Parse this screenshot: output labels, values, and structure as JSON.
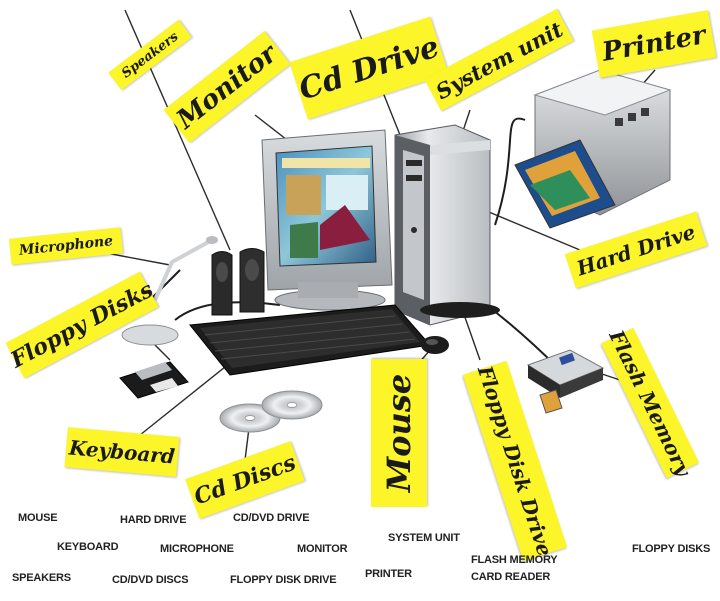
{
  "labels": {
    "speakers": "Speakers",
    "monitor": "Monitor",
    "cd_drive": "Cd Drive",
    "system_unit": "System unit",
    "printer": "Printer",
    "microphone": "Microphone",
    "hard_drive": "Hard Drive",
    "floppy_disks": "Floppy Disks",
    "flash_memory": "Flash Memory",
    "keyboard": "Keyboard",
    "cd_discs": "Cd Discs",
    "mouse": "Mouse",
    "floppy_disk_drive": "Floppy Disk Drive"
  },
  "monitor_screen": {
    "title": "Lumberton"
  },
  "word_bank": [
    "MOUSE",
    "HARD DRIVE",
    "CD/DVD DRIVE",
    "KEYBOARD",
    "MICROPHONE",
    "MONITOR",
    "SYSTEM UNIT",
    "FLASH MEMORY",
    "CARD READER",
    "FLOPPY DISKS",
    "SPEAKERS",
    "CD/DVD DISCS",
    "FLOPPY DISK DRIVE",
    "PRINTER"
  ],
  "colors": {
    "label_bg": "#fbf52a",
    "leader_line": "#2b2b2b"
  }
}
